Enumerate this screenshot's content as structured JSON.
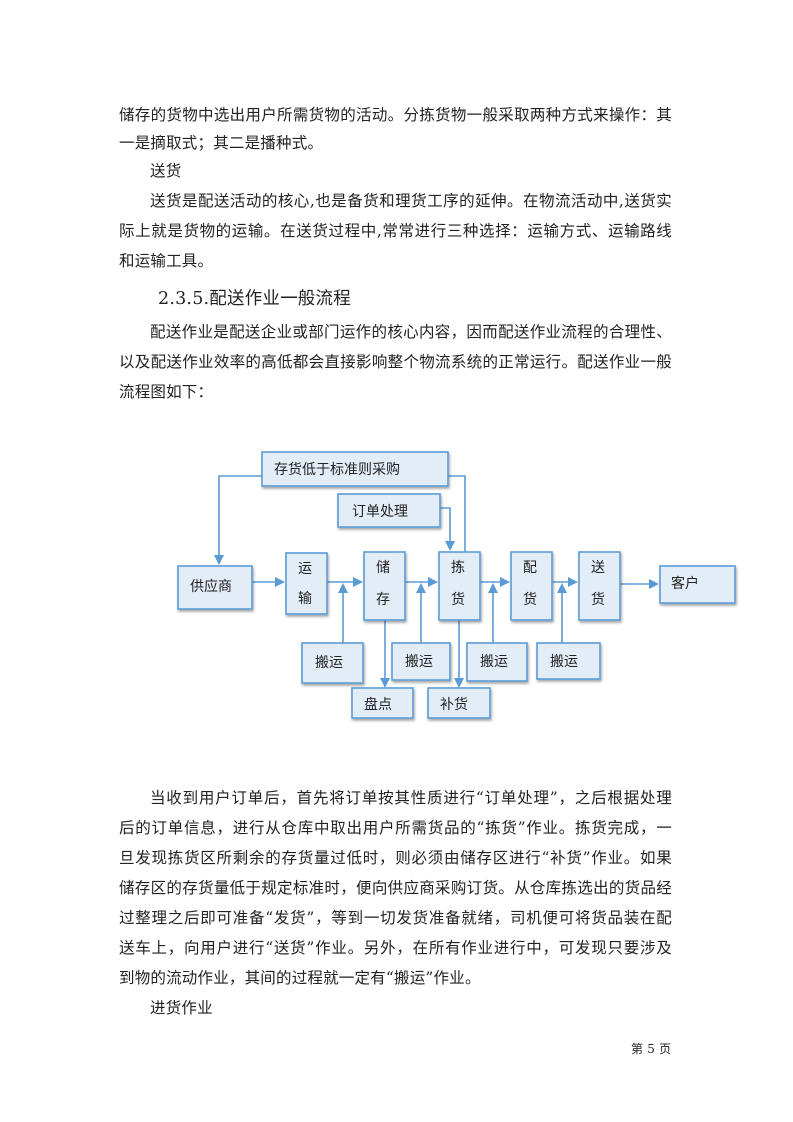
{
  "document": {
    "paragraph_picking_end": [
      "储存的货物中选出用户所需货物的活动。分拣货物一般采取两种方式来操作：其",
      "一是摘取式；其二是播种式。"
    ],
    "subheading_delivery": "送货",
    "paragraph_delivery": [
      "送货是配送活动的核心,也是备货和理货工序的延伸。在物流活动中,送货实",
      "际上就是货物的运输。在送货过程中,常常进行三种选择：运输方式、运输路线",
      "和运输工具。"
    ],
    "section_heading": "2.3.5.配送作业一般流程",
    "paragraph_intro": [
      "配送作业是配送企业或部门运作的核心内容，因而配送作业流程的合理性、",
      "以及配送作业效率的高低都会直接影响整个物流系统的正常运行。配送作业一般",
      "流程图如下："
    ],
    "paragraph_explanation": [
      "当收到用户订单后，首先将订单按其性质进行“订单处理”，之后根据处理",
      "后的订单信息，进行从仓库中取出用户所需货品的“拣货”作业。拣货完成，一",
      "旦发现拣货区所剩余的存货量过低时，则必须由储存区进行“补货”作业。如果",
      "储存区的存货量低于规定标准时，便向供应商采购订货。从仓库拣选出的货品经",
      "过整理之后即可准备“发货”，等到一切发货准备就绪，司机便可将货品装在配",
      "送车上，向用户进行“送货”作业。另外，在所有作业进行中，可发现只要涉及",
      "到物的流动作业，其间的过程就一定有“搬运”作业。"
    ],
    "subheading_receiving": "进货作业",
    "page_footer": "第 5 页"
  },
  "diagram": {
    "box_fill": "#e3edf7",
    "box_stroke": "#5b9bd5",
    "line_color": "#5b9bd5",
    "nodes": {
      "purchase": "存货低于标准则采购",
      "order_processing": "订单处理",
      "supplier": "供应商",
      "transport": [
        "运",
        "输"
      ],
      "storage": [
        "储",
        "存"
      ],
      "picking": [
        "拣",
        "货"
      ],
      "distribution": [
        "配",
        "货"
      ],
      "delivery": [
        "送",
        "货"
      ],
      "customer": "客户",
      "handling_1": "搬运",
      "handling_2": "搬运",
      "handling_3": "搬运",
      "handling_4": "搬运",
      "inventory_check": "盘点",
      "replenishment": "补货"
    }
  }
}
